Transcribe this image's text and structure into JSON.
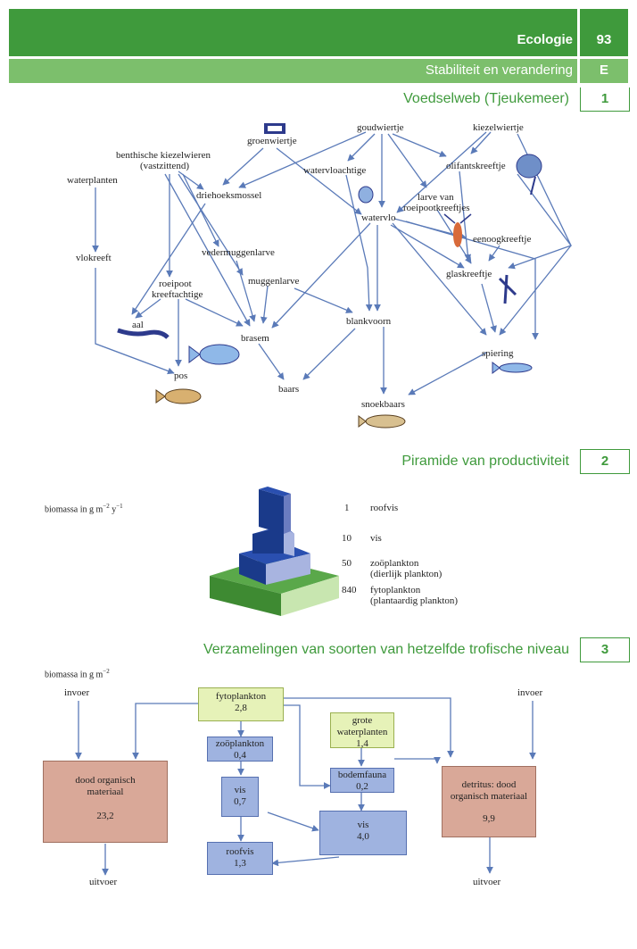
{
  "header": {
    "chapter": "Ecologie",
    "page_number": "93",
    "subtitle": "Stabiliteit en verandering",
    "subtitle_letter": "E"
  },
  "sections": [
    {
      "title": "Voedselweb (Tjeukemeer)",
      "number": "1"
    },
    {
      "title": "Piramide van productiviteit",
      "number": "2"
    },
    {
      "title": "Verzamelingen van soorten van hetzelfde trofische niveau",
      "number": "3"
    }
  ],
  "foodweb": {
    "groenwiertje": "groenwiertje",
    "goudwiertje": "goudwiertje",
    "kiezelwiertje": "kiezelwiertje",
    "benthisch_1": "benthische kiezelwieren",
    "benthisch_2": "(vastzittend)",
    "waterplanten": "waterplanten",
    "watervloachtige": "watervloachtige",
    "olifantskreeftje": "olifantskreeftje",
    "driehoeksmossel": "driehoeksmossel",
    "larve_1": "larve van",
    "larve_2": "roeipootkreeftjes",
    "watervlo": "watervlo",
    "eenoogkreeftje": "eenoogkreeftje",
    "vlokreeft": "vlokreeft",
    "vedermuggenlarve": "vedermuggenlarve",
    "glaskreeftje": "glaskreeftje",
    "roeipoot_1": "roeipoot",
    "roeipoot_2": "kreeftachtige",
    "muggenlarve": "muggenlarve",
    "aal": "aal",
    "brasem": "brasem",
    "blankvoorn": "blankvoorn",
    "spiering": "spiering",
    "pos": "pos",
    "baars": "baars",
    "snoekbaars": "snoekbaars"
  },
  "pyramid": {
    "unit_prefix": "biomassa in g m",
    "unit_exp1": "−2",
    "unit_mid": " y",
    "unit_exp2": "−1",
    "levels": [
      {
        "value": "1",
        "label": "roofvis",
        "label2": ""
      },
      {
        "value": "10",
        "label": "vis",
        "label2": ""
      },
      {
        "value": "50",
        "label": "zoöplankton",
        "label2": "(dierlijk plankton)"
      },
      {
        "value": "840",
        "label": "fytoplankton",
        "label2": "(plantaardig plankton)"
      }
    ]
  },
  "flow": {
    "unit_prefix": "biomassa in g m",
    "unit_exp": "−2",
    "invoer_left": "invoer",
    "invoer_right": "invoer",
    "uitvoer_left": "uitvoer",
    "uitvoer_right": "uitvoer",
    "fytoplankton": {
      "name": "fytoplankton",
      "value": "2,8"
    },
    "grote_waterplanten": {
      "name1": "grote",
      "name2": "waterplanten",
      "value": "1,4"
    },
    "zooplankton": {
      "name": "zoöplankton",
      "value": "0,4"
    },
    "bodemfauna": {
      "name": "bodemfauna",
      "value": "0,2"
    },
    "vis_small": {
      "name": "vis",
      "value": "0,7"
    },
    "vis_large": {
      "name": "vis",
      "value": "4,0"
    },
    "roofvis": {
      "name": "roofvis",
      "value": "1,3"
    },
    "dood_left": {
      "name1": "dood organisch",
      "name2": "materiaal",
      "value": "23,2"
    },
    "detritus": {
      "name1": "detritus: dood",
      "name2": "organisch materiaal",
      "value": "9,9"
    }
  },
  "colors": {
    "header_green": "#3f9a3c",
    "header_light_green": "#7cbf6c",
    "arrow_blue": "#5a7ab8",
    "box_yellow": "#e6f2b8",
    "box_blue": "#9fb3e0",
    "box_brown": "#d9a898"
  }
}
